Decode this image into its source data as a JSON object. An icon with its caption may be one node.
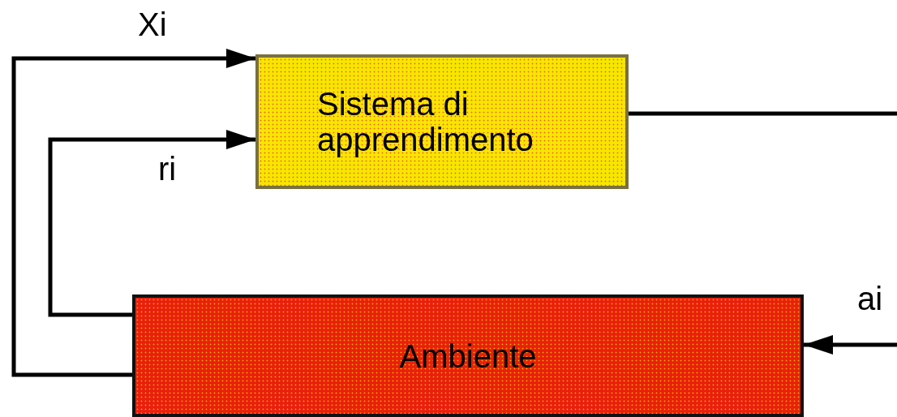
{
  "diagram": {
    "nodes": [
      {
        "text": [
          "Sistema di apprendimento"
        ]
      },
      {
        "text": [
          "Ambiente"
        ]
      }
    ],
    "edges": [
      {
        "from": 1,
        "to": 0,
        "arrow": "to",
        "label": "Xi"
      },
      {
        "from": 1,
        "to": 0,
        "arrow": "to",
        "label": "ri"
      },
      {
        "from": 0,
        "to": null,
        "arrow": "none"
      },
      {
        "from": null,
        "to": 1,
        "arrow": "to",
        "label": "ai"
      }
    ]
  }
}
